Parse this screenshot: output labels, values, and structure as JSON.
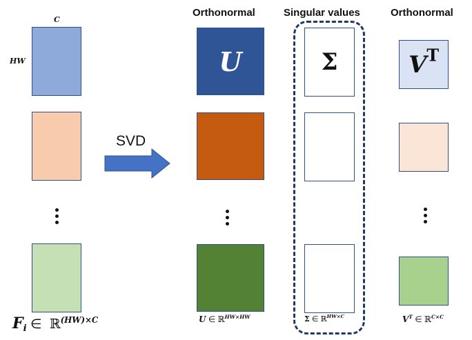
{
  "headers": {
    "u_column": "Orthonormal",
    "sigma_column": "Singular values",
    "v_column": "Orthonormal"
  },
  "input_column": {
    "top_label": "C",
    "side_label": "HW",
    "formula": {
      "main": "F",
      "sub": "i",
      "member": "∈",
      "set": "ℝ",
      "exponent": "(HW)×C"
    }
  },
  "arrow": {
    "label": "SVD",
    "color": "#4472c4"
  },
  "u_column": {
    "matrix_symbol": "U",
    "formula": {
      "main": "U",
      "member": "∈",
      "set": "ℝ",
      "exponent": "HW×HW"
    }
  },
  "sigma_column": {
    "matrix_symbol": "Σ",
    "formula": {
      "main": "Σ",
      "member": "∈",
      "set": "ℝ",
      "exponent": "HW×C"
    }
  },
  "v_column": {
    "matrix_symbol": "V",
    "matrix_superscript": "T",
    "formula": {
      "main": "V",
      "sup": "T",
      "member": "∈",
      "set": "ℝ",
      "exponent": "C×C"
    }
  },
  "colors": {
    "blue_light": "#8eaadb",
    "blue_dark": "#2f5597",
    "blue_pale": "#dae3f3",
    "orange_light": "#f8cbad",
    "orange_dark": "#c55a11",
    "orange_pale": "#fbe5d6",
    "green_light": "#c5e0b4",
    "green_dark": "#548235",
    "green_mid": "#a9d18e",
    "dashed_border": "#1f3864"
  }
}
